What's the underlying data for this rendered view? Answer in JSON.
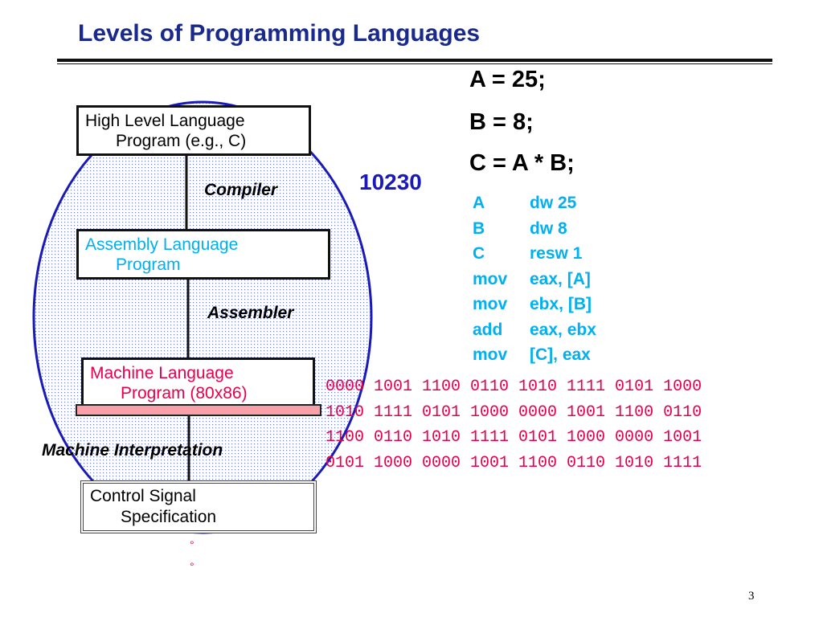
{
  "slide": {
    "title": "Levels of Programming Languages",
    "page_number": "3"
  },
  "diagram": {
    "high_level_box": {
      "line1": "High Level Language",
      "line2": "Program (e.g., C)"
    },
    "assembly_box": {
      "line1": "Assembly  Language",
      "line2": "Program"
    },
    "machine_box": {
      "line1": "Machine  Language",
      "line2": "Program (80x86)"
    },
    "control_box": {
      "line1": "Control Signal",
      "line2": "Specification"
    },
    "compiler_label": "Compiler",
    "assembler_label": "Assembler",
    "machine_interpretation_label": "Machine Interpretation",
    "value_result": "10230",
    "continuation_marks": [
      "°",
      "°"
    ]
  },
  "c_statements": [
    "A = 25;",
    "B = 8;",
    "C = A * B;"
  ],
  "assembly_code": [
    {
      "op": "A",
      "arg": "dw 25"
    },
    {
      "op": "B",
      "arg": "dw 8"
    },
    {
      "op": "C",
      "arg": "resw 1"
    },
    {
      "op": "mov",
      "arg": "eax, [A]"
    },
    {
      "op": "mov",
      "arg": "ebx, [B]"
    },
    {
      "op": "add",
      "arg": "eax, ebx"
    },
    {
      "op": "mov",
      "arg": "[C], eax"
    }
  ],
  "machine_code": [
    "0000 1001 1100 0110 1010 1111 0101 1000",
    "1010 1111 0101 1000 0000 1001 1100 0110",
    "1100 0110 1010 1111 0101 1000 0000 1001",
    "0101 1000 0000 1001 1100 0110 1010 1111"
  ],
  "colors": {
    "title": "#1a2a8c",
    "ellipse_outline": "#1a1ab8",
    "assembly_text": "#00b0f0",
    "machine_text": "#e8004c",
    "machine_bar": "#f9a0a8"
  }
}
